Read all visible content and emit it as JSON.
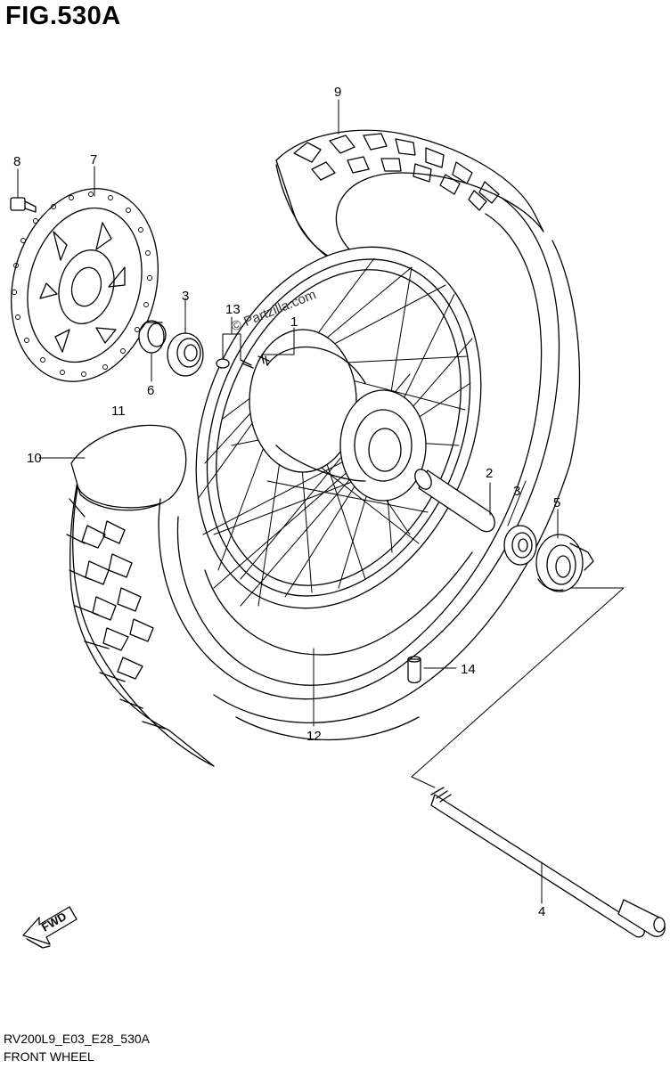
{
  "figure": {
    "title": "FIG.530A"
  },
  "footer": {
    "code": "RV200L9_E03_E28_530A",
    "name": "FRONT WHEEL"
  },
  "watermark": "© Partzilla.com",
  "fwd_label": "FWD",
  "callouts": [
    "1",
    "2",
    "3",
    "3",
    "4",
    "5",
    "6",
    "7",
    "8",
    "9",
    "10",
    "11",
    "12",
    "13",
    "14"
  ]
}
